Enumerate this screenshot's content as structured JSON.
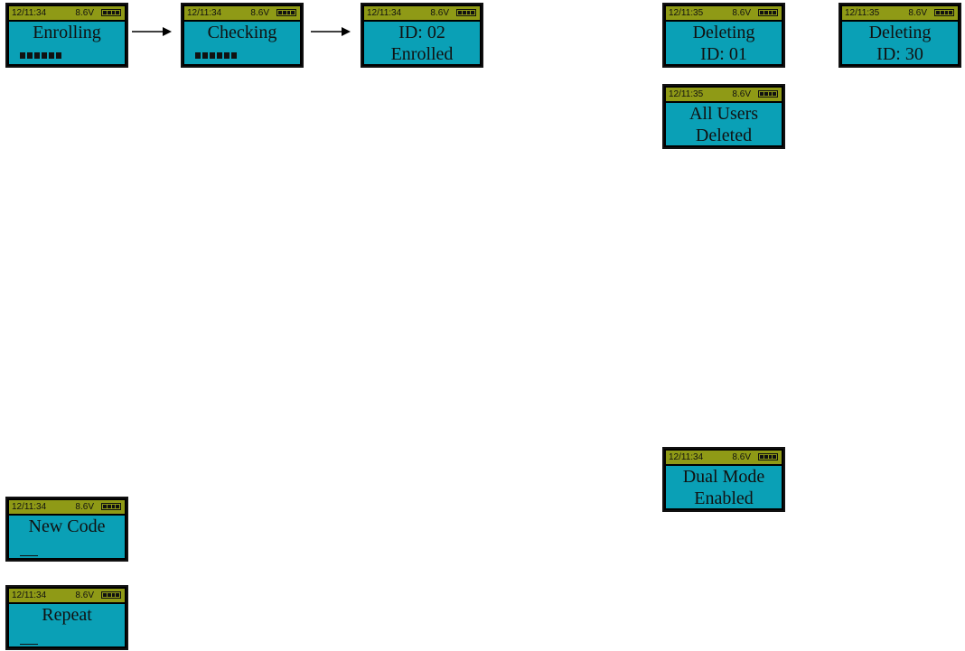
{
  "status": {
    "voltage": "8.6V"
  },
  "screens": {
    "enrolling": {
      "time": "12/11:34",
      "line1": "Enrolling"
    },
    "checking": {
      "time": "12/11:34",
      "line1": "Checking"
    },
    "enrolled": {
      "time": "12/11:34",
      "line1": "ID: 02",
      "line2": "Enrolled"
    },
    "deleting_01": {
      "time": "12/11:35",
      "line1": "Deleting",
      "line2": "ID: 01"
    },
    "deleting_30": {
      "time": "12/11:35",
      "line1": "Deleting",
      "line2": "ID: 30"
    },
    "all_deleted": {
      "time": "12/11:35",
      "line1": "All Users",
      "line2": "Deleted"
    },
    "dual_mode": {
      "time": "12/11:34",
      "line1": "Dual Mode",
      "line2": "Enabled"
    },
    "new_code": {
      "time": "12/11:34",
      "line1": "New Code"
    },
    "repeat": {
      "time": "12/11:34",
      "line1": "Repeat"
    }
  },
  "colors": {
    "screen": "#0aa0b6",
    "status_bar": "#8f9a16",
    "text": "#111111"
  }
}
